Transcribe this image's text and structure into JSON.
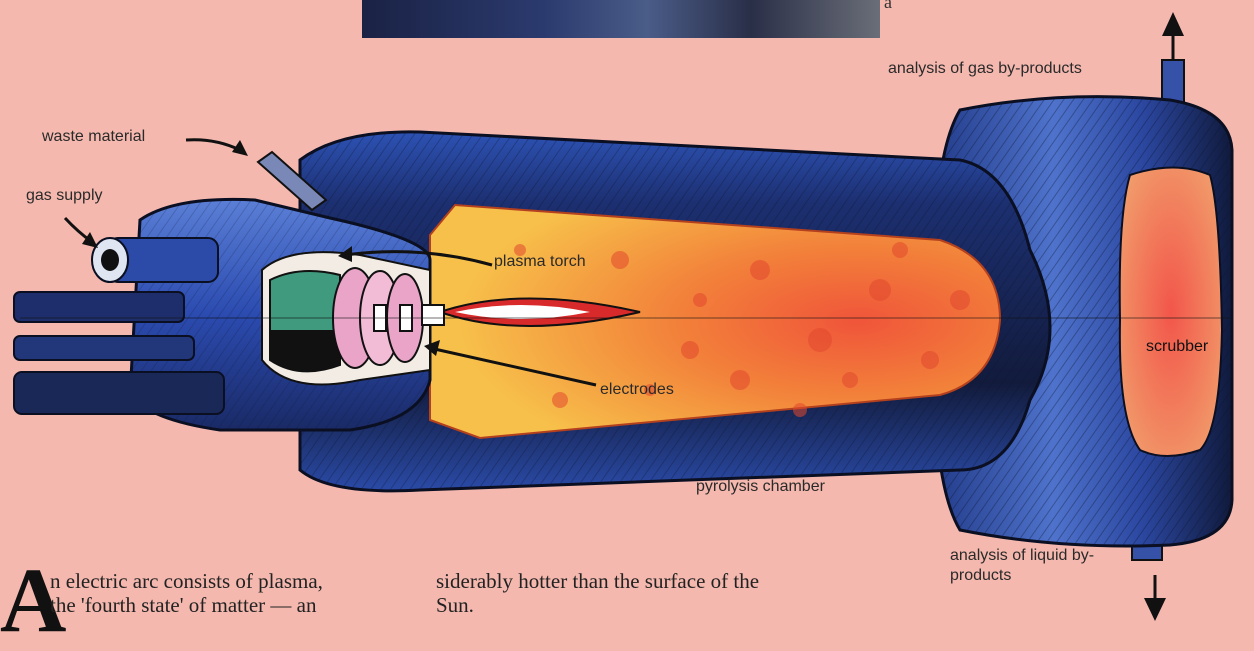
{
  "labels": {
    "waste_material": "waste material",
    "gas_supply": "gas supply",
    "plasma_torch": "plasma torch",
    "electrodes": "electrodes",
    "pyrolysis_chamber": "pyrolysis chamber",
    "scrubber": "scrubber",
    "gas_byproducts": "analysis of gas by-products",
    "liquid_byproducts": "analysis of liquid by-products"
  },
  "article": {
    "drop_cap": "A",
    "col1_line1": "n electric arc consists of plasma,",
    "col1_line2": "the 'fourth state' of matter — an",
    "col2_line1": "siderably hotter than the surface of the",
    "col2_line2": "Sun."
  },
  "corner_letter": "a",
  "colors": {
    "background": "#f4b8ae",
    "chamber_blue": "#2f54b8",
    "chamber_dark": "#111c3a",
    "fire_orange": "#f4a63a",
    "fire_red": "#e8452e",
    "electrode_pink": "#e9a4c8",
    "insulator_green": "#3f9a7e"
  }
}
